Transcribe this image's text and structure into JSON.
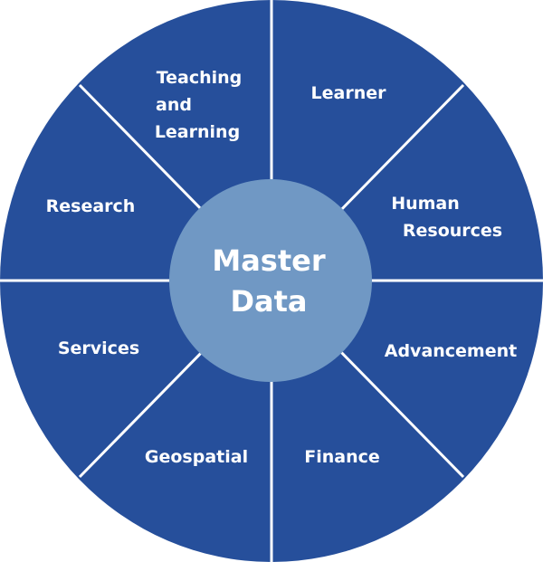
{
  "colors": {
    "outer": "#264f9b",
    "inner": "#7098c4",
    "divider": "#ffffff"
  },
  "center": {
    "line1": "Master",
    "line2": "Data"
  },
  "segments": {
    "teaching": {
      "line1": "Teaching",
      "line2": "and",
      "line3": "Learning"
    },
    "learner": {
      "line1": "Learner"
    },
    "hr": {
      "line1": "Human",
      "line2": "Resources"
    },
    "advancement": {
      "line1": "Advancement"
    },
    "finance": {
      "line1": "Finance"
    },
    "geospatial": {
      "line1": "Geospatial"
    },
    "services": {
      "line1": "Services"
    },
    "research": {
      "line1": "Research"
    }
  }
}
